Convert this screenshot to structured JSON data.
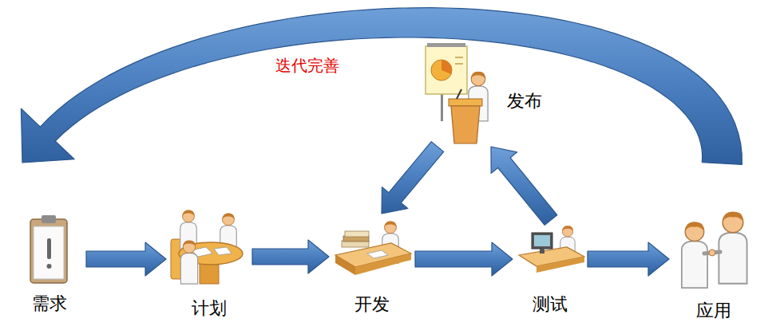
{
  "diagram": {
    "nodes": [
      {
        "text": [
          "需求"
        ]
      },
      {
        "text": [
          "计划"
        ]
      },
      {
        "text": [
          "开发"
        ]
      },
      {
        "text": [
          "测试"
        ]
      },
      {
        "text": [
          "应用"
        ]
      },
      {
        "text": [
          "发布"
        ]
      }
    ],
    "edges": [
      {
        "from": 0,
        "to": 1,
        "arrow": "to"
      },
      {
        "from": 1,
        "to": 2,
        "arrow": "to"
      },
      {
        "from": 2,
        "to": 3,
        "arrow": "to"
      },
      {
        "from": 3,
        "to": 4,
        "arrow": "to"
      },
      {
        "from": 3,
        "to": 5,
        "arrow": "to"
      },
      {
        "from": 5,
        "to": 2,
        "arrow": "to"
      },
      {
        "from": 4,
        "to": 0,
        "arrow": "to",
        "label": "迭代完善"
      }
    ]
  }
}
